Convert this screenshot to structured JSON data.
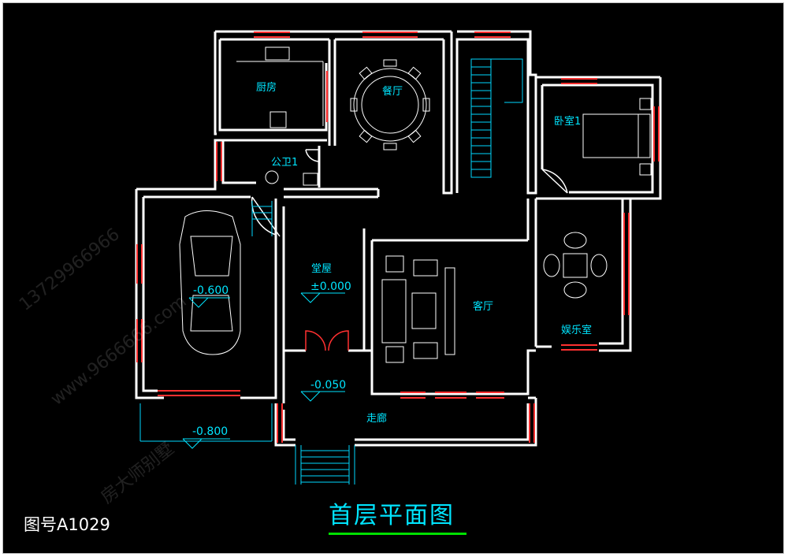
{
  "rooms": {
    "kitchen": "厨房",
    "dining": "餐厅",
    "bedroom1": "卧室1",
    "bathroom1": "公卫1",
    "hall": "堂屋",
    "living": "客厅",
    "entertainment": "娱乐室",
    "corridor": "走廊"
  },
  "elevations": {
    "garage": "-0.600",
    "hall": "±0.000",
    "entry": "-0.050",
    "outside": "-0.800"
  },
  "drawing_number": "图号A1029",
  "plan_title": "首层平面图",
  "watermarks": [
    "13729966966",
    "www.9666666.com",
    "房大师别墅"
  ],
  "colors": {
    "background": "#000000",
    "wall": "#ffffff",
    "label": "#00e5ff",
    "window": "#ff3030",
    "title_underline": "#00e000",
    "stair": "#00d8ff"
  }
}
